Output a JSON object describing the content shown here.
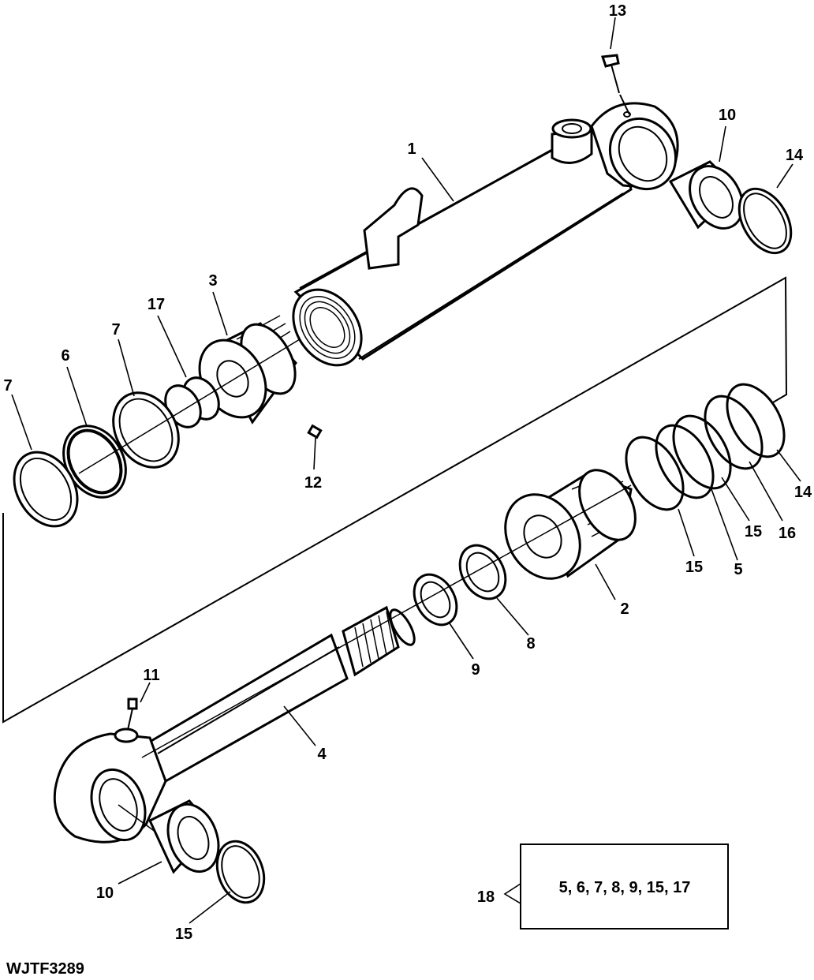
{
  "figure_id": "WJTF3289",
  "callouts": [
    {
      "id": "c1",
      "text": "1"
    },
    {
      "id": "c2",
      "text": "2"
    },
    {
      "id": "c3",
      "text": "3"
    },
    {
      "id": "c4",
      "text": "4"
    },
    {
      "id": "c5",
      "text": "5"
    },
    {
      "id": "c6",
      "text": "6"
    },
    {
      "id": "c7a",
      "text": "7"
    },
    {
      "id": "c7b",
      "text": "7"
    },
    {
      "id": "c8",
      "text": "8"
    },
    {
      "id": "c9",
      "text": "9"
    },
    {
      "id": "c10a",
      "text": "10"
    },
    {
      "id": "c10b",
      "text": "10"
    },
    {
      "id": "c11",
      "text": "11"
    },
    {
      "id": "c12",
      "text": "12"
    },
    {
      "id": "c13",
      "text": "13"
    },
    {
      "id": "c14a",
      "text": "14"
    },
    {
      "id": "c14b",
      "text": "14"
    },
    {
      "id": "c15a",
      "text": "15"
    },
    {
      "id": "c15b",
      "text": "15"
    },
    {
      "id": "c15c",
      "text": "15"
    },
    {
      "id": "c16",
      "text": "16"
    },
    {
      "id": "c17",
      "text": "17"
    },
    {
      "id": "c18",
      "text": "18"
    }
  ],
  "kit": {
    "contents": "5, 6, 7, 8, 9, 15, 17"
  }
}
